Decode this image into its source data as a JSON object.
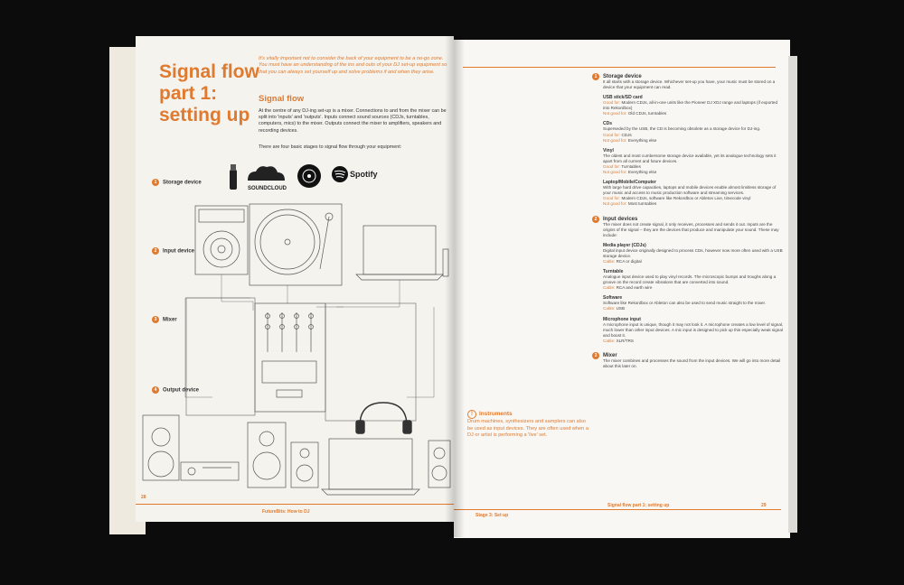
{
  "left": {
    "title": "Signal flow part 1: setting up",
    "intro": "It's vitally important not to consider the back of your equipment to be a no-go zone. You must have an understanding of the ins and outs of your DJ set-up equipment so that you can always set yourself up and solve problems if and when they arise.",
    "h2": "Signal flow",
    "body1": "At the centre of any DJ-ing set-up is a mixer. Connections to and from the mixer can be split into 'inputs' and 'outputs'. Inputs connect sound sources (CDJs, turntables, computers, mics) to the mixer. Outputs connect the mixer to amplifiers, speakers and recording devices.",
    "body2": "There are four basic stages to signal flow through your equipment:",
    "steps": [
      {
        "num": "1",
        "label": "Storage device"
      },
      {
        "num": "2",
        "label": "Input device"
      },
      {
        "num": "3",
        "label": "Mixer"
      },
      {
        "num": "4",
        "label": "Output device"
      }
    ],
    "brands": {
      "soundcloud": "SOUNDCLOUD",
      "spotify": "Spotify"
    },
    "callout": {
      "title": "Instruments",
      "text": "Drum machines, synthesizers and samplers can also be used as input devices. They are often used when a DJ or artist is performing a 'live' set."
    },
    "footer": {
      "page": "28",
      "book": "FutureBits: How to DJ"
    }
  },
  "right": {
    "sections": [
      {
        "num": "1",
        "title": "Storage device",
        "text": "It all starts with a storage device. Whichever set-up you have, your music must be stored on a device that your equipment can read.",
        "items": [
          {
            "title": "USB stick/SD card",
            "text": "",
            "good": "Modern CDJs, all-in-one units like the Pioneer DJ XDJ range and laptops (if exported into Rekordbox)",
            "bad": "Old CDJs, turntables"
          },
          {
            "title": "CDs",
            "text": "Superseded by the USB, the CD is becoming obsolete as a storage device for DJ-ing.",
            "good": "CDJs",
            "bad": "Everything else"
          },
          {
            "title": "Vinyl",
            "text": "The oldest and most cumbersome storage device available, yet its analogue technology sets it apart from all current and future devices.",
            "good": "Turntables",
            "bad": "Everything else"
          },
          {
            "title": "Laptop/Mobile/Computer",
            "text": "With large hard drive capacities, laptops and mobile devices enable almost limitless storage of your music and access to music production software and streaming services.",
            "good": "Modern CDJs, software like Rekordbox or Ableton Live, timecode vinyl",
            "bad": "Most turntables"
          }
        ]
      },
      {
        "num": "2",
        "title": "Input devices",
        "text": "The mixer does not create signal, it only receives, processes and sends it out. Inputs are the origins of the signal – they are the devices that produce and manipulate your sound. These may include:",
        "items": [
          {
            "title": "Media player (CDJs)",
            "text": "Digital input device originally designed to process CDs, however now more often used with a USB storage device.",
            "cable": "RCA or digital"
          },
          {
            "title": "Turntable",
            "text": "Analogue input device used to play vinyl records. The microscopic bumps and troughs along a groove on the record create vibrations that are converted into sound.",
            "cable": "RCA and earth wire"
          },
          {
            "title": "Software",
            "text": "Software like Rekordbox or Ableton can also be used to send music straight to the mixer.",
            "cable": "USB"
          },
          {
            "title": "Microphone input",
            "text": "A microphone input is unique, though it may not look it. A microphone creates a low level of signal, much lower than other input devices. A mic input is designed to pick up this especially weak signal and boost it.",
            "cable": "XLR/TRS"
          }
        ]
      },
      {
        "num": "3",
        "title": "Mixer",
        "text": "The mixer combines and processes the sound from the input devices. We will go into more detail about this later on.",
        "items": []
      }
    ],
    "labels": {
      "good": "Good for:",
      "bad": "Not good for:",
      "cable": "Cable:"
    },
    "footer": {
      "stage": "Stage 3: Set up",
      "chapter": "Signal flow part 1: setting up",
      "page": "29"
    }
  }
}
